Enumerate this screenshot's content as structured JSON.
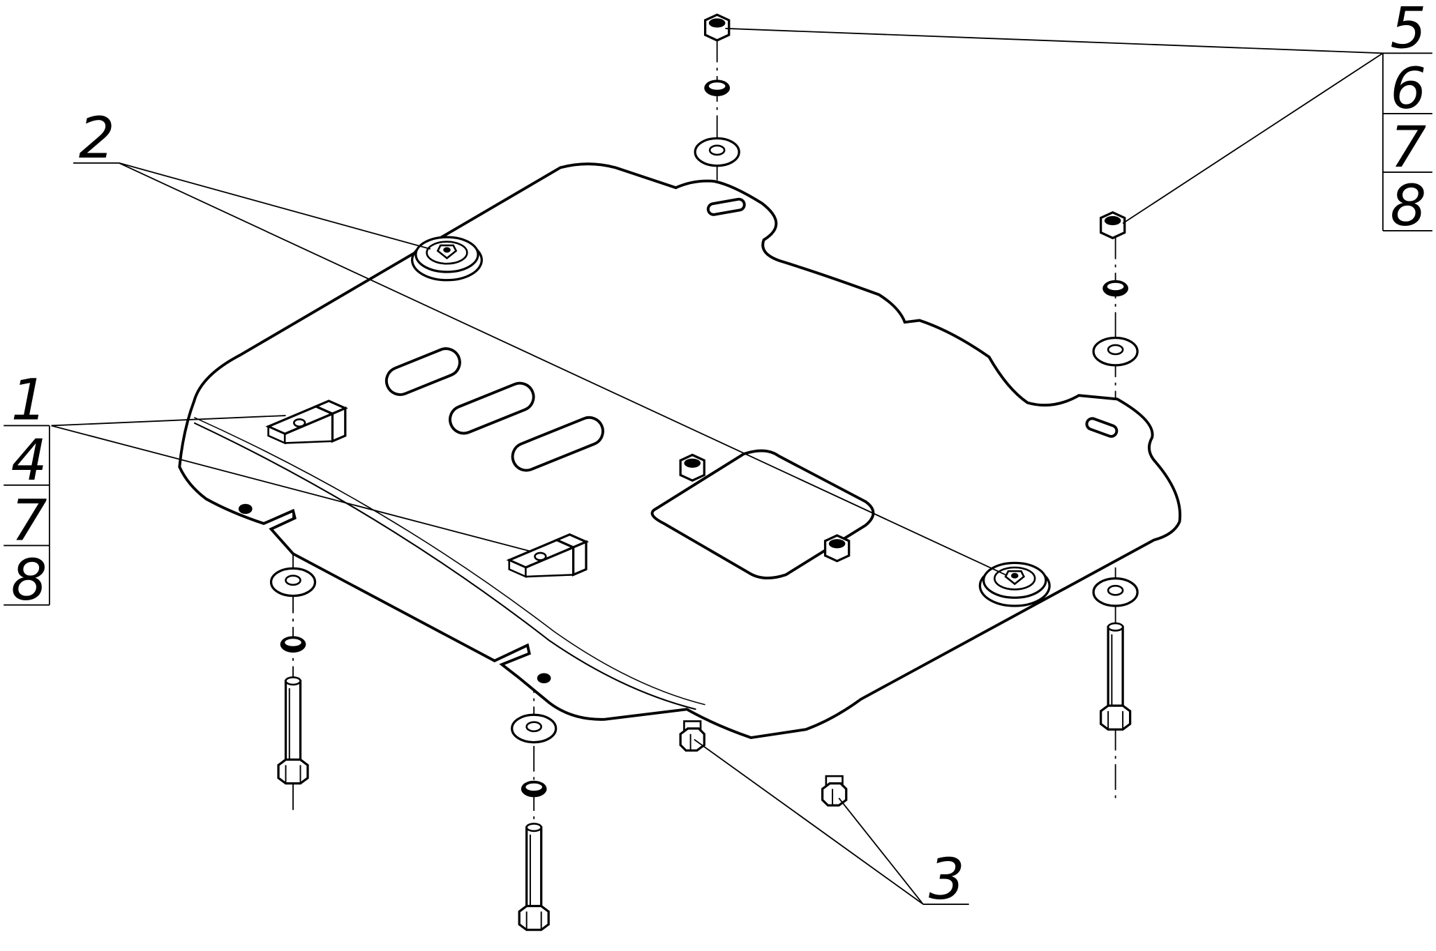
{
  "callouts": {
    "c1": [
      "1",
      "4",
      "7",
      "8"
    ],
    "c2": "2",
    "c3": "3",
    "c5": [
      "5",
      "6",
      "7",
      "8"
    ]
  }
}
